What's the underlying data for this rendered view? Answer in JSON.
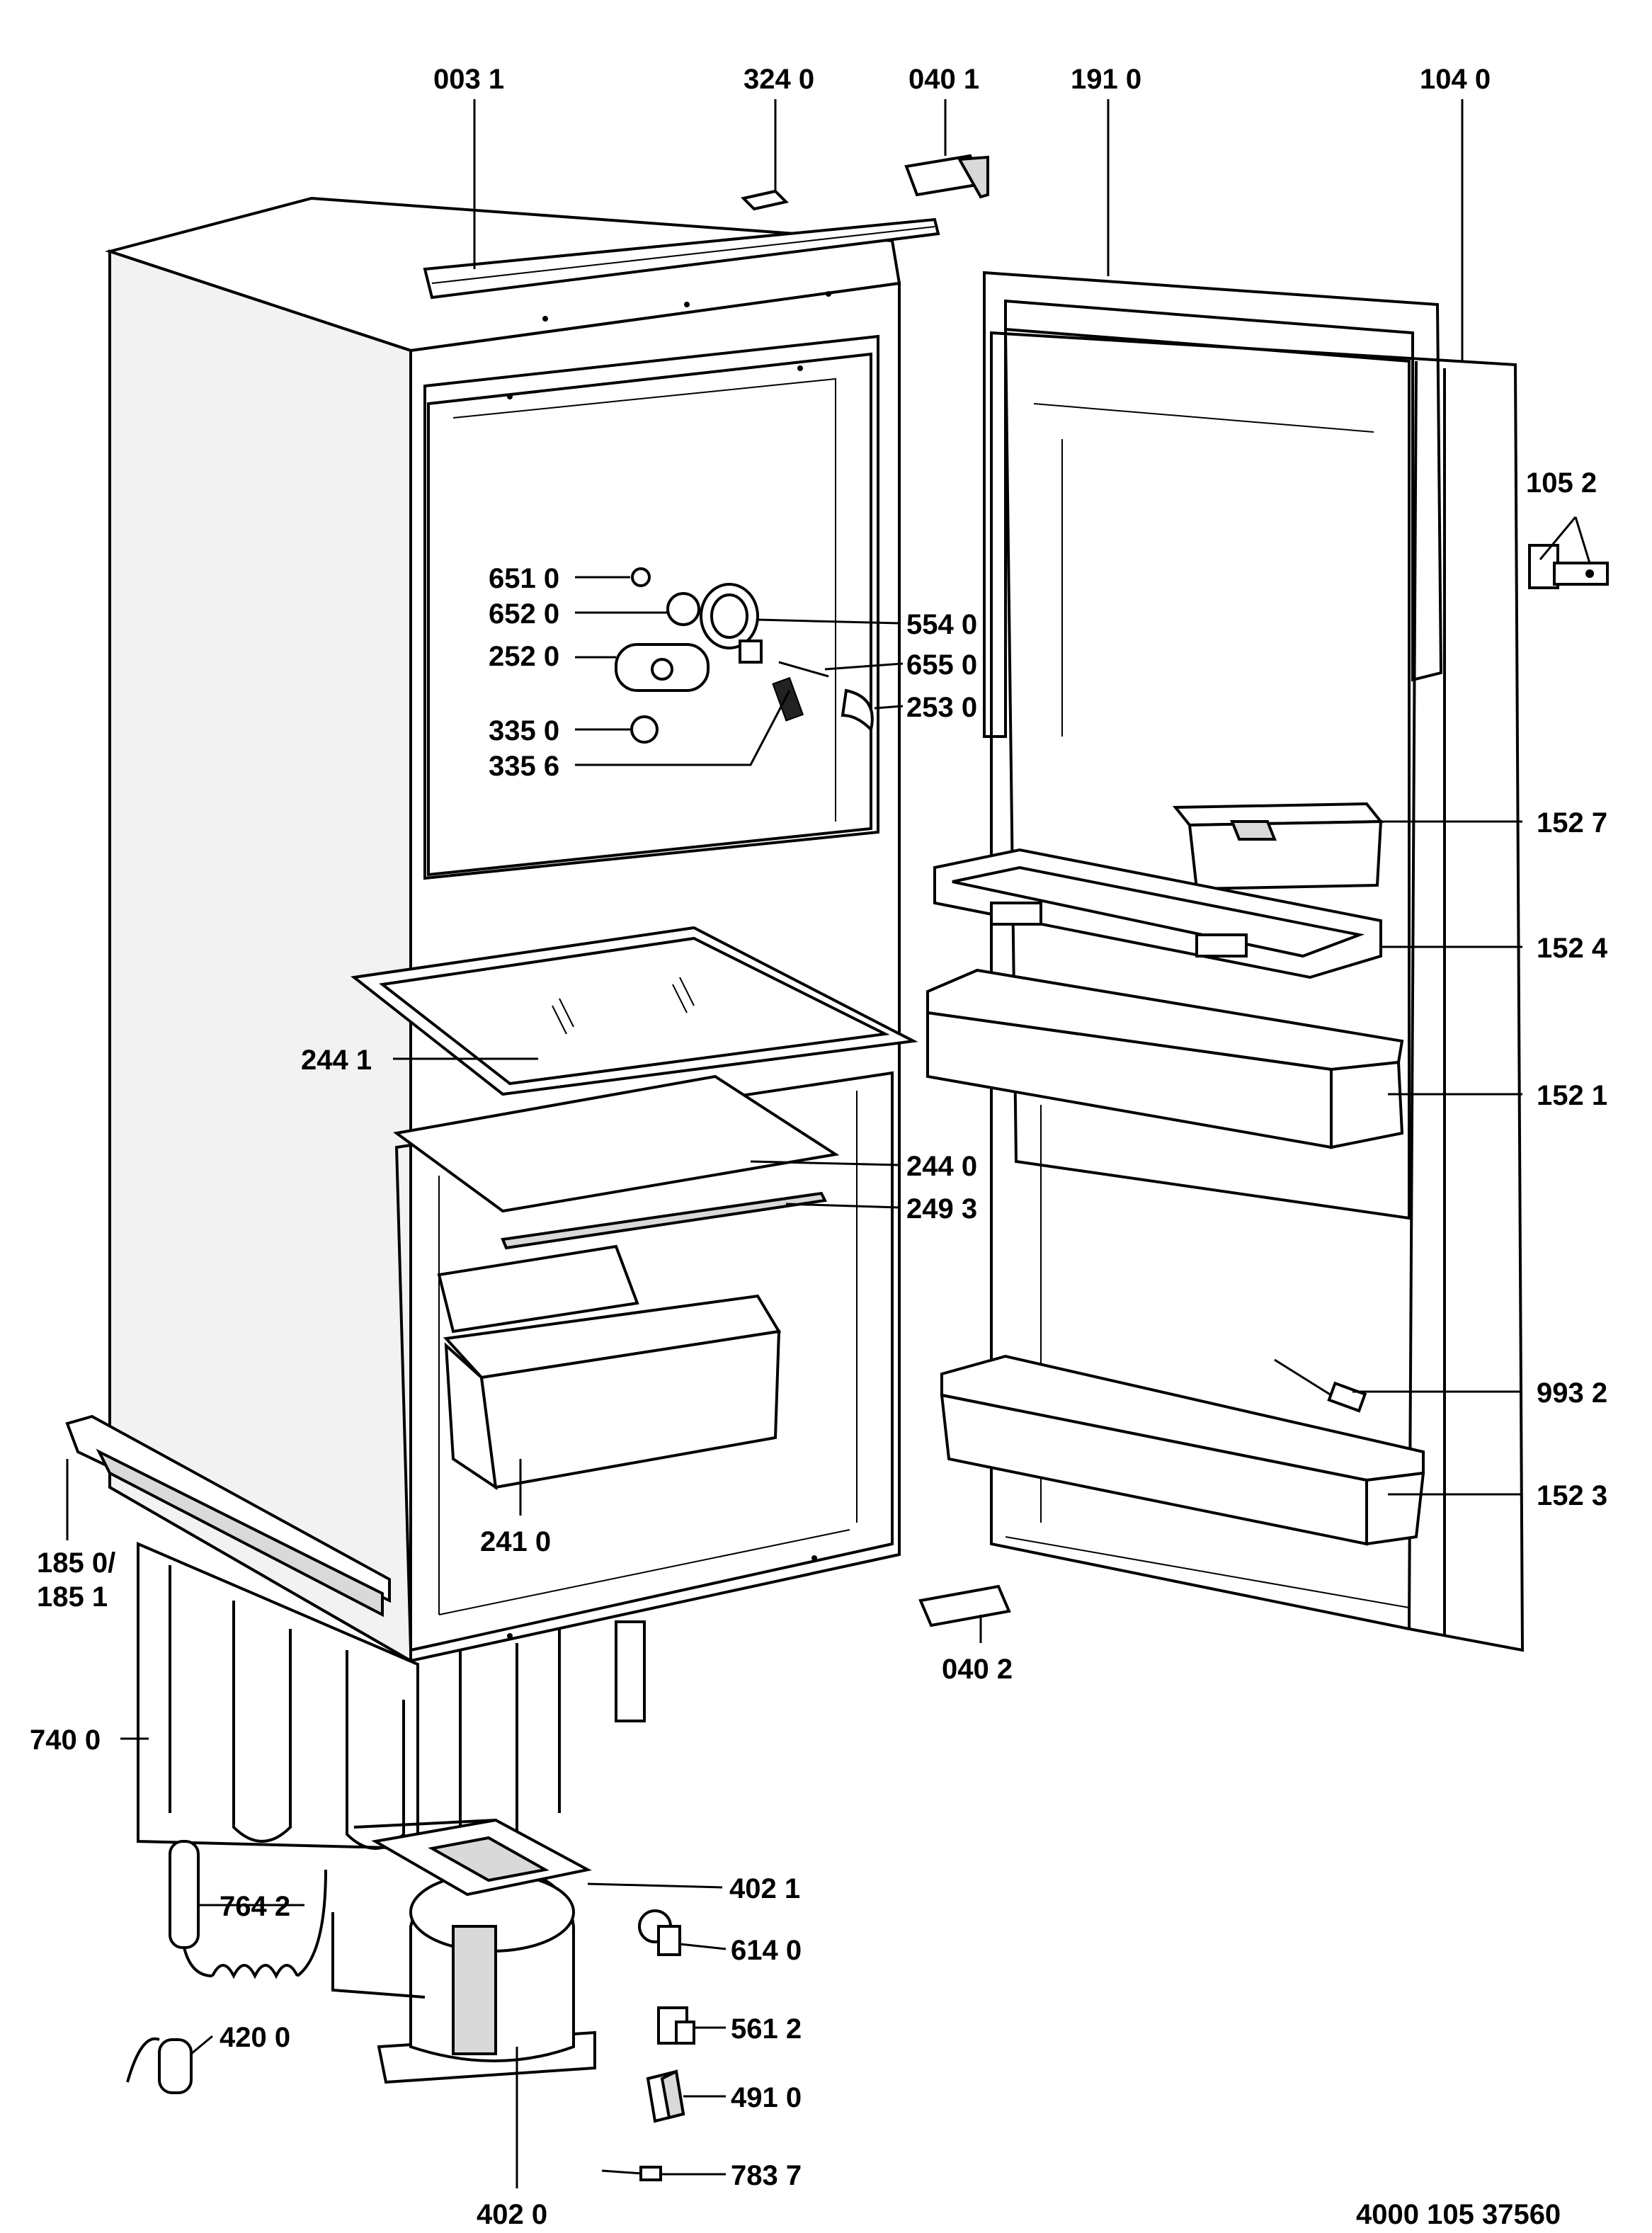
{
  "diagram": {
    "document_number": "4000 105 37560",
    "callouts": [
      {
        "id": "c0031",
        "label": "003 1"
      },
      {
        "id": "c3240",
        "label": "324 0"
      },
      {
        "id": "c0401",
        "label": "040 1"
      },
      {
        "id": "c1910",
        "label": "191 0"
      },
      {
        "id": "c1040",
        "label": "104 0"
      },
      {
        "id": "c1052",
        "label": "105 2"
      },
      {
        "id": "c6510",
        "label": "651 0"
      },
      {
        "id": "c6520",
        "label": "652 0"
      },
      {
        "id": "c2520",
        "label": "252 0"
      },
      {
        "id": "c3350",
        "label": "335 0"
      },
      {
        "id": "c3356",
        "label": "335 6"
      },
      {
        "id": "c5540",
        "label": "554 0"
      },
      {
        "id": "c6550",
        "label": "655 0"
      },
      {
        "id": "c2530",
        "label": "253 0"
      },
      {
        "id": "c1527",
        "label": "152 7"
      },
      {
        "id": "c1524",
        "label": "152 4"
      },
      {
        "id": "c1521",
        "label": "152 1"
      },
      {
        "id": "c2441",
        "label": "244 1"
      },
      {
        "id": "c2440",
        "label": "244 0"
      },
      {
        "id": "c2493",
        "label": "249 3"
      },
      {
        "id": "c9932",
        "label": "993 2"
      },
      {
        "id": "c1523",
        "label": "152 3"
      },
      {
        "id": "c2410",
        "label": "241 0"
      },
      {
        "id": "c1850",
        "label": "185 0/"
      },
      {
        "id": "c1851",
        "label": "185 1"
      },
      {
        "id": "c0402",
        "label": "040 2"
      },
      {
        "id": "c7400",
        "label": "740 0"
      },
      {
        "id": "c4021",
        "label": "402 1"
      },
      {
        "id": "c7642",
        "label": "764 2"
      },
      {
        "id": "c6140",
        "label": "614 0"
      },
      {
        "id": "c5612",
        "label": "561 2"
      },
      {
        "id": "c4200",
        "label": "420 0"
      },
      {
        "id": "c4910",
        "label": "491 0"
      },
      {
        "id": "c7837",
        "label": "783 7"
      },
      {
        "id": "c4020",
        "label": "402 0"
      }
    ]
  }
}
